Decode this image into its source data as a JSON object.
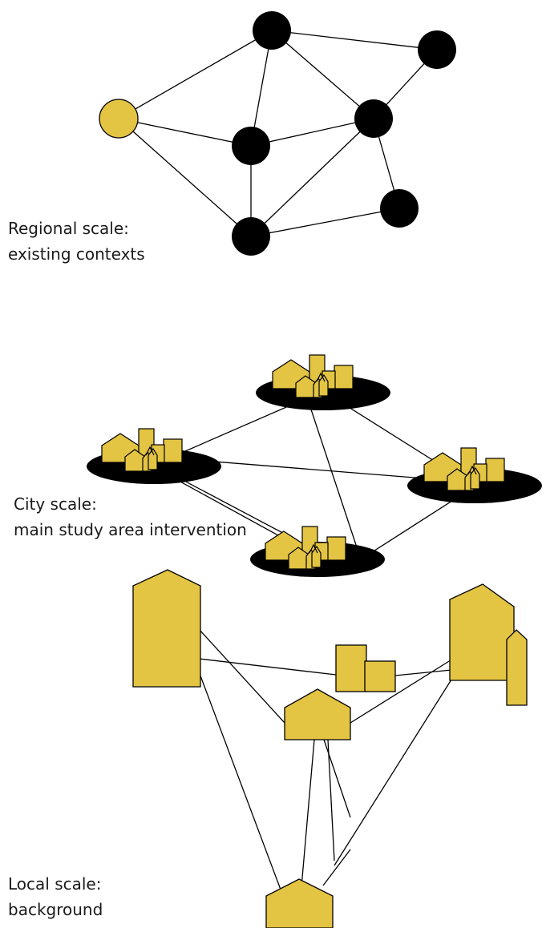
{
  "colors": {
    "accent": "#E3C443",
    "node": "#000000",
    "edge": "#000000",
    "background": "#FFFFFF"
  },
  "sections": {
    "regional": {
      "line1": "Regional scale:",
      "line2": "existing contexts"
    },
    "city": {
      "line1": "City scale:",
      "line2": "main study area intervention"
    },
    "local": {
      "line1": "Local scale:",
      "line2": "background"
    }
  },
  "icons": {
    "regional_nodes": "network-node-icon",
    "city_nodes": "city-cluster-icon",
    "local_nodes": "house-icon"
  }
}
